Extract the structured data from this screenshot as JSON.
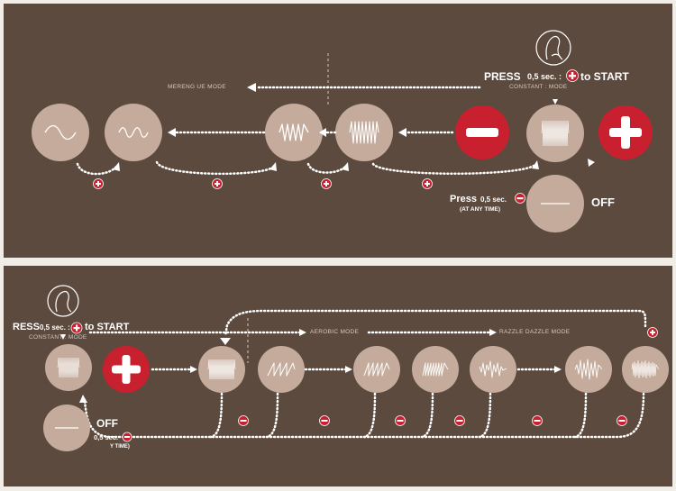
{
  "colors": {
    "panel": "#5c4a3e",
    "circle": "#c4ab9b",
    "red": "#c8202e",
    "line": "#ffffff",
    "page": "#f1ede7"
  },
  "icons": {
    "hand": "hand-press-icon",
    "plus": "plus-icon",
    "minus": "minus-icon",
    "wave": "waveform-icon",
    "off": "off-line-icon"
  },
  "top": {
    "press_label": "PRESS",
    "press_time": "0,5 sec. :",
    "press_to_start": "to START",
    "constant_mode": "CONSTANT : MODE",
    "merengue_mode": "MERENG UE MODE",
    "press_off_label": "Press",
    "press_off_time": "0,5 sec.",
    "at_any_time": "(AT ANY TIME)",
    "off": "OFF"
  },
  "bottom": {
    "press_label": "RESS",
    "press_time": "0,5 sec. :",
    "press_to_start": "to START",
    "constant_mode": "CONSTANT : MODE",
    "aerobic_mode": "AEROBIC MODE",
    "razzle_mode": "RAZZLE DAZZLE MODE",
    "off": "OFF",
    "off_time": "0,5 sec.",
    "any_time": "Y TIME)"
  }
}
